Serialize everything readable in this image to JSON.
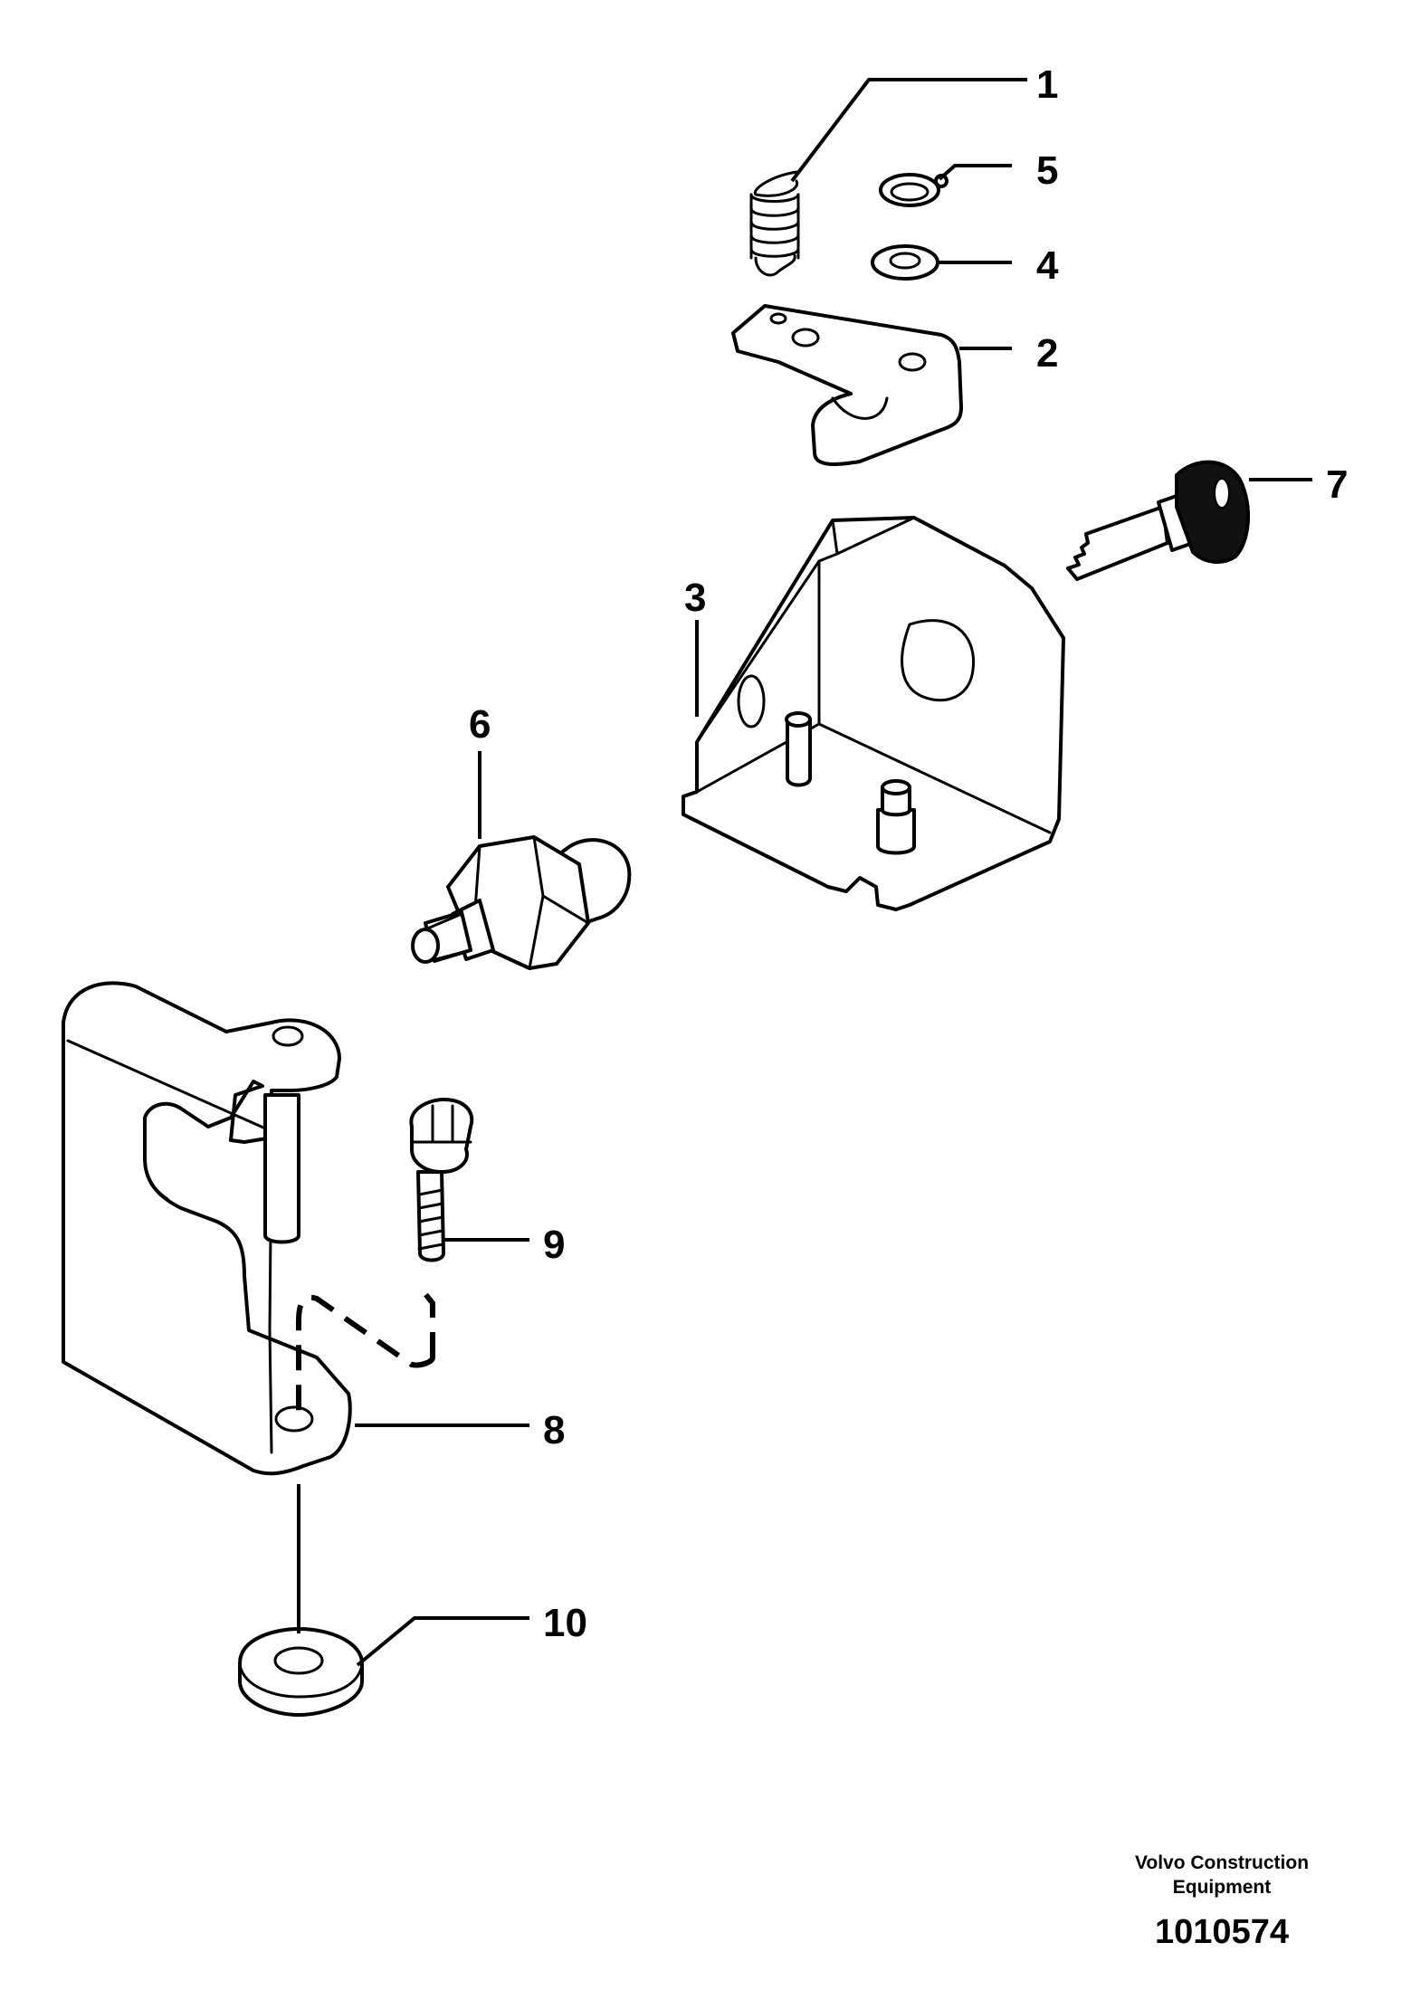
{
  "callouts": [
    "1",
    "2",
    "3",
    "4",
    "5",
    "6",
    "7",
    "8",
    "9",
    "10"
  ],
  "footer": {
    "company_line1": "Volvo Construction",
    "company_line2": "Equipment",
    "figure_number": "1010574"
  }
}
